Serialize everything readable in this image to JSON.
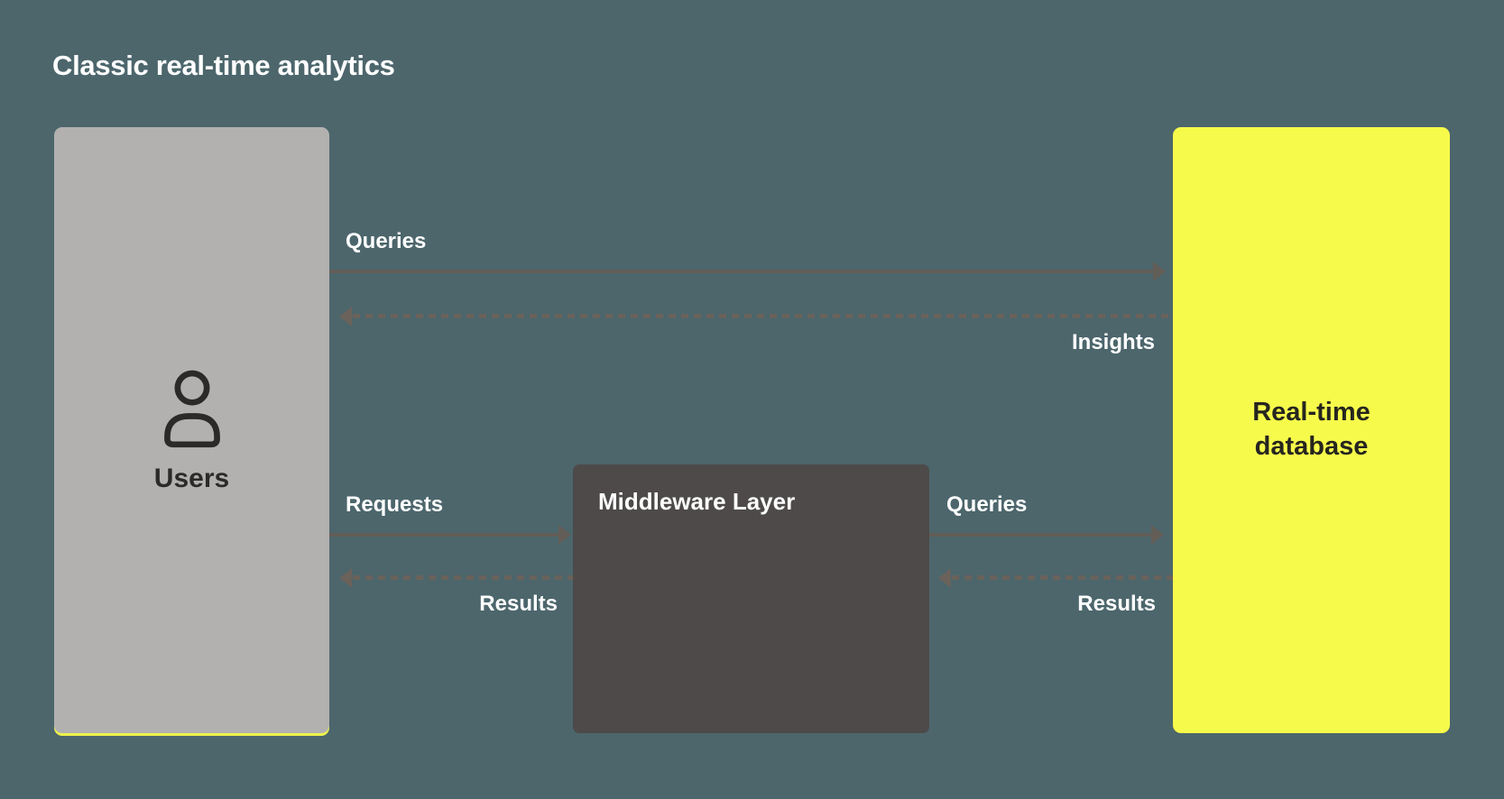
{
  "title": "Classic real-time analytics",
  "nodes": {
    "users": {
      "label": "Users",
      "icon": "person-icon"
    },
    "middleware": {
      "label": "Middleware Layer"
    },
    "database": {
      "label": "Real-time database"
    }
  },
  "edges": {
    "users_to_database": {
      "label": "Queries",
      "style": "solid",
      "direction": "right"
    },
    "database_to_users": {
      "label": "Insights",
      "style": "dashed",
      "direction": "left"
    },
    "users_to_middleware": {
      "label": "Requests",
      "style": "solid",
      "direction": "right"
    },
    "middleware_to_users": {
      "label": "Results",
      "style": "dashed",
      "direction": "left"
    },
    "middleware_to_database": {
      "label": "Queries",
      "style": "solid",
      "direction": "right"
    },
    "database_to_middleware": {
      "label": "Results",
      "style": "dashed",
      "direction": "left"
    }
  },
  "colors": {
    "background": "#4c666c",
    "users_card": "#b2b1b0",
    "users_card_underline": "#edf34c",
    "middleware_card": "#4d4a49",
    "database_card": "#f6fb4b",
    "arrow_solid": "#635d58",
    "arrow_dashed": "#6a625b",
    "edge_label_text": "#ffffff",
    "card_text_dark": "#2b2a28"
  }
}
